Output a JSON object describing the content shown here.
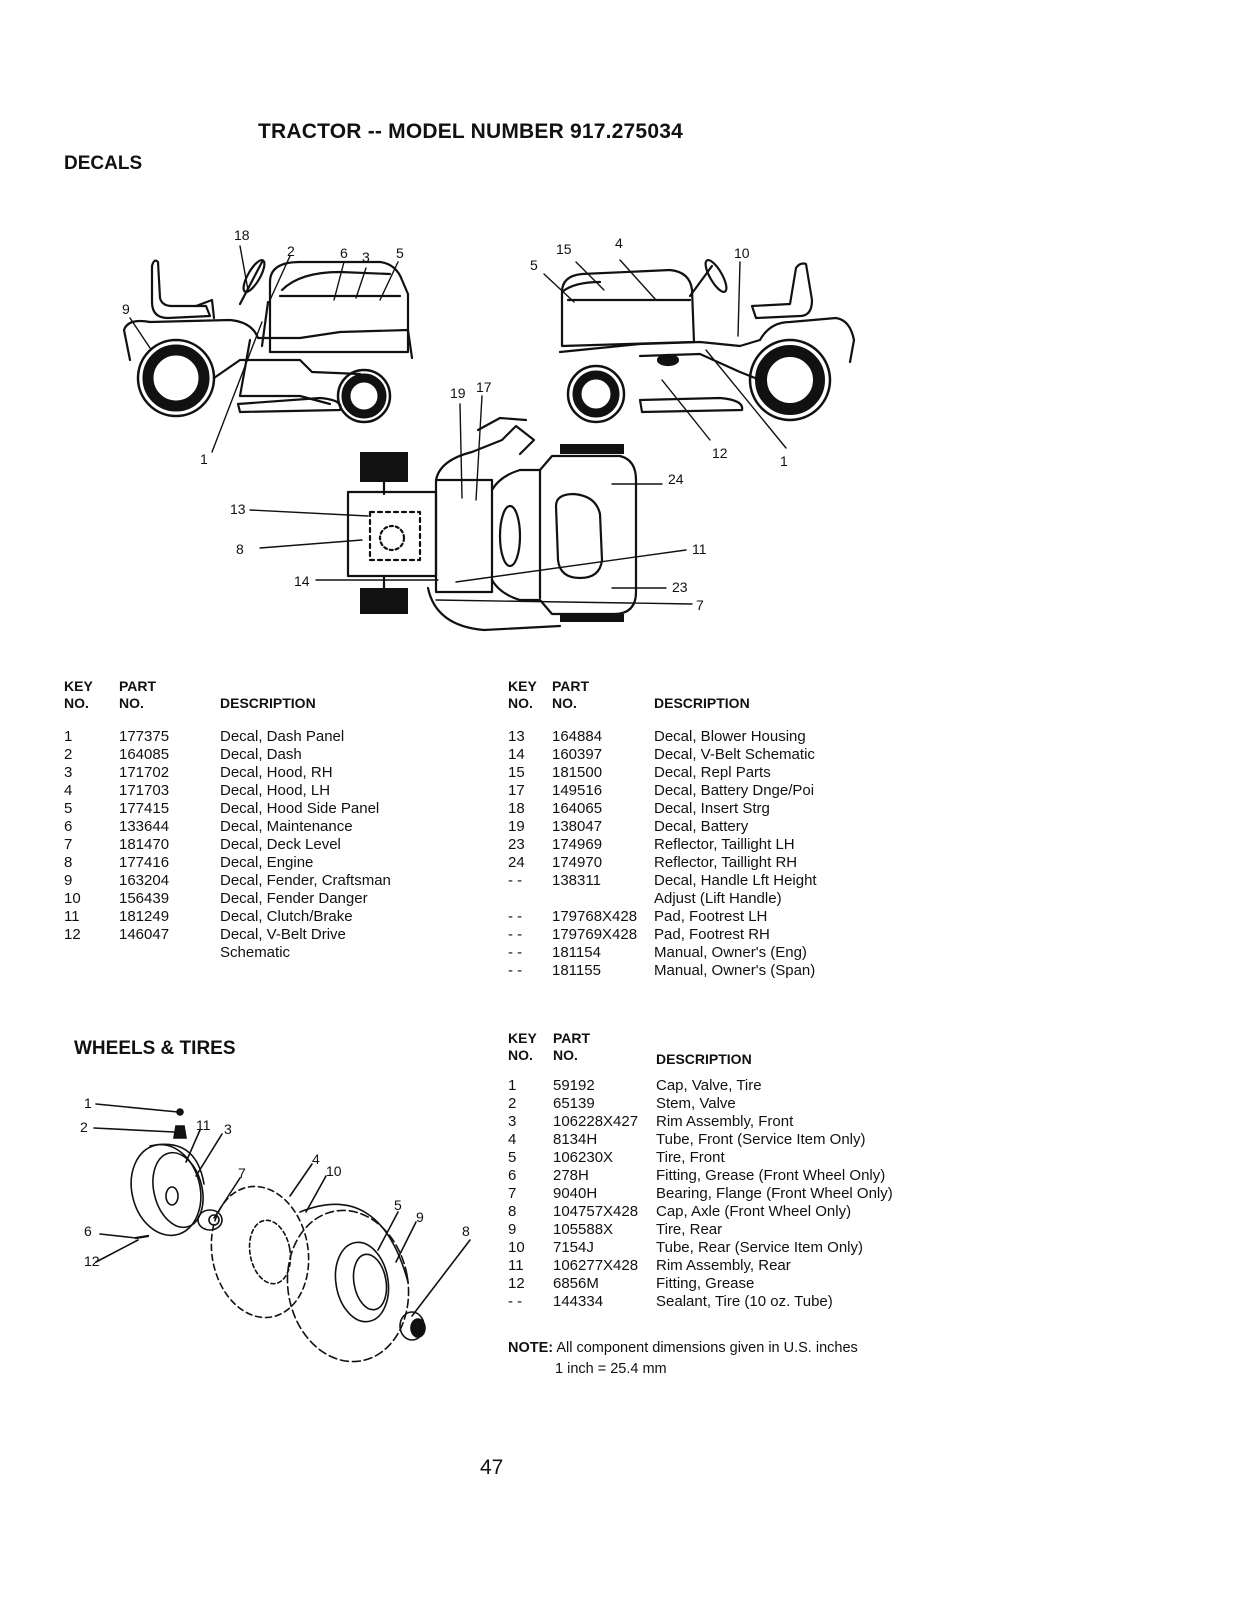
{
  "page": {
    "title": "TRACTOR -- MODEL NUMBER 917.275034",
    "page_number": "47"
  },
  "decals": {
    "heading": "DECALS",
    "callouts": {
      "left_side": [
        "18",
        "2",
        "6",
        "3",
        "5",
        "9",
        "1"
      ],
      "right_side": [
        "15",
        "4",
        "5",
        "10",
        "12",
        "1"
      ],
      "top_view": [
        "19",
        "17",
        "24",
        "13",
        "8",
        "11",
        "14",
        "23",
        "7"
      ]
    },
    "left_table": {
      "headers": {
        "key1": "KEY",
        "key2": "NO.",
        "part1": "PART",
        "part2": "NO.",
        "desc": "DESCRIPTION"
      },
      "rows": [
        {
          "key": "1",
          "part": "177375",
          "desc": "Decal, Dash Panel"
        },
        {
          "key": "2",
          "part": "164085",
          "desc": "Decal, Dash"
        },
        {
          "key": "3",
          "part": "171702",
          "desc": "Decal, Hood, RH"
        },
        {
          "key": "4",
          "part": "171703",
          "desc": "Decal, Hood, LH"
        },
        {
          "key": "5",
          "part": "177415",
          "desc": "Decal, Hood Side Panel"
        },
        {
          "key": "6",
          "part": "133644",
          "desc": "Decal, Maintenance"
        },
        {
          "key": "7",
          "part": "181470",
          "desc": "Decal, Deck Level"
        },
        {
          "key": "8",
          "part": "177416",
          "desc": "Decal, Engine"
        },
        {
          "key": "9",
          "part": "163204",
          "desc": "Decal, Fender, Craftsman"
        },
        {
          "key": "10",
          "part": "156439",
          "desc": "Decal, Fender Danger"
        },
        {
          "key": "11",
          "part": "181249",
          "desc": "Decal, Clutch/Brake"
        },
        {
          "key": "12",
          "part": "146047",
          "desc": "Decal, V-Belt Drive",
          "cont": "Schematic"
        }
      ]
    },
    "right_table": {
      "headers": {
        "key1": "KEY",
        "key2": "NO.",
        "part1": "PART",
        "part2": "NO.",
        "desc": "DESCRIPTION"
      },
      "rows": [
        {
          "key": "13",
          "part": "164884",
          "desc": "Decal, Blower Housing"
        },
        {
          "key": "14",
          "part": "160397",
          "desc": "Decal, V-Belt Schematic"
        },
        {
          "key": "15",
          "part": "181500",
          "desc": "Decal, Repl Parts"
        },
        {
          "key": "17",
          "part": "149516",
          "desc": "Decal, Battery Dnge/Poi"
        },
        {
          "key": "18",
          "part": "164065",
          "desc": "Decal, Insert Strg"
        },
        {
          "key": "19",
          "part": "138047",
          "desc": "Decal, Battery"
        },
        {
          "key": "23",
          "part": "174969",
          "desc": "Reflector, Taillight LH"
        },
        {
          "key": "24",
          "part": "174970",
          "desc": "Reflector, Taillight RH"
        },
        {
          "key": "- -",
          "part": "138311",
          "desc": "Decal, Handle Lft Height",
          "cont": "Adjust (Lift Handle)"
        },
        {
          "key": "- -",
          "part": "179768X428",
          "desc": "Pad, Footrest LH"
        },
        {
          "key": "- -",
          "part": "179769X428",
          "desc": "Pad, Footrest RH"
        },
        {
          "key": "- -",
          "part": "181154",
          "desc": "Manual, Owner's (Eng)"
        },
        {
          "key": "- -",
          "part": "181155",
          "desc": "Manual, Owner's (Span)"
        }
      ]
    }
  },
  "wheels": {
    "heading": "WHEELS & TIRES",
    "callouts": [
      "1",
      "2",
      "11",
      "3",
      "7",
      "4",
      "10",
      "5",
      "9",
      "8",
      "6",
      "12"
    ],
    "table": {
      "headers": {
        "key1": "KEY",
        "key2": "NO.",
        "part1": "PART",
        "part2": "NO.",
        "desc": "DESCRIPTION"
      },
      "rows": [
        {
          "key": "1",
          "part": "59192",
          "desc": "Cap, Valve, Tire"
        },
        {
          "key": "2",
          "part": "65139",
          "desc": "Stem, Valve"
        },
        {
          "key": "3",
          "part": "106228X427",
          "desc": "Rim Assembly, Front"
        },
        {
          "key": "4",
          "part": "8134H",
          "desc": "Tube, Front (Service Item Only)"
        },
        {
          "key": "5",
          "part": "106230X",
          "desc": "Tire, Front"
        },
        {
          "key": "6",
          "part": "278H",
          "desc": "Fitting, Grease (Front Wheel Only)"
        },
        {
          "key": "7",
          "part": "9040H",
          "desc": "Bearing, Flange (Front Wheel Only)"
        },
        {
          "key": "8",
          "part": "104757X428",
          "desc": "Cap, Axle (Front Wheel Only)"
        },
        {
          "key": "9",
          "part": "105588X",
          "desc": "Tire, Rear"
        },
        {
          "key": "10",
          "part": "7154J",
          "desc": "Tube, Rear (Service Item Only)"
        },
        {
          "key": "11",
          "part": "106277X428",
          "desc": "Rim Assembly, Rear"
        },
        {
          "key": "12",
          "part": "6856M",
          "desc": "Fitting, Grease"
        },
        {
          "key": "- -",
          "part": "144334",
          "desc": "Sealant, Tire (10 oz. Tube)"
        }
      ]
    },
    "note": {
      "label": "NOTE:",
      "text": "All component dimensions given in U.S. inches",
      "conversion": "1 inch = 25.4 mm"
    }
  }
}
